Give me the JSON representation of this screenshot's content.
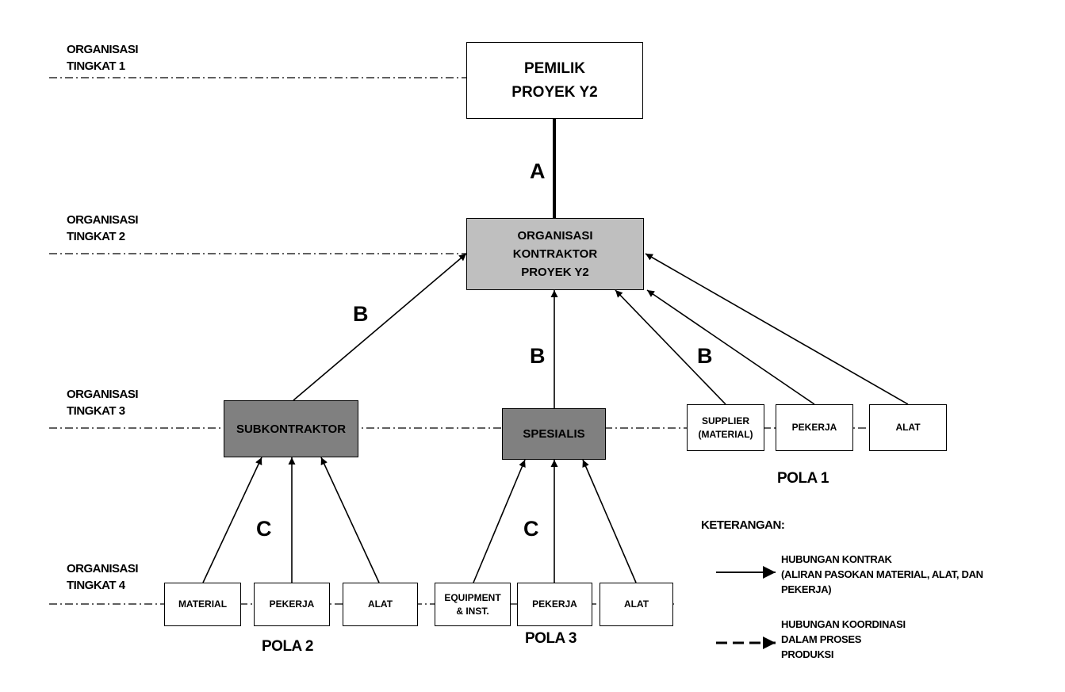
{
  "levels": {
    "l1": "ORGANISASI\nTINGKAT 1",
    "l2": "ORGANISASI\nTINGKAT 2",
    "l3": "ORGANISASI\nTINGKAT 3",
    "l4": "ORGANISASI\nTINGKAT 4"
  },
  "nodes": {
    "owner": "PEMILIK\nPROYEK Y2",
    "contractor": "ORGANISASI\nKONTRAKTOR\nPROYEK Y2",
    "subcontractor": "SUBKONTRAKTOR",
    "specialist": "SPESIALIS",
    "supplier": "SUPPLIER\n(MATERIAL)",
    "pekerja_1": "PEKERJA",
    "alat_1": "ALAT",
    "material": "MATERIAL",
    "pekerja_2": "PEKERJA",
    "alat_2": "ALAT",
    "equipment": "EQUIPMENT\n& INST.",
    "pekerja_3": "PEKERJA",
    "alat_3": "ALAT"
  },
  "relations": {
    "a": "A",
    "b_left": "B",
    "b_center": "B",
    "b_right": "B",
    "c_left": "C",
    "c_right": "C"
  },
  "patterns": {
    "pola_1": "POLA 1",
    "pola_2": "POLA 2",
    "pola_3": "POLA 3"
  },
  "legend": {
    "title": "KETERANGAN:",
    "contract": "HUBUNGAN KONTRAK\n(ALIRAN PASOKAN MATERIAL, ALAT, DAN\nPEKERJA)",
    "coordination": "HUBUNGAN KOORDINASI\nDALAM PROSES\nPRODUKSI"
  },
  "colors": {
    "contractor_fill": "#bfbfbf",
    "specialist_fill": "#808080",
    "line": "#000000"
  }
}
